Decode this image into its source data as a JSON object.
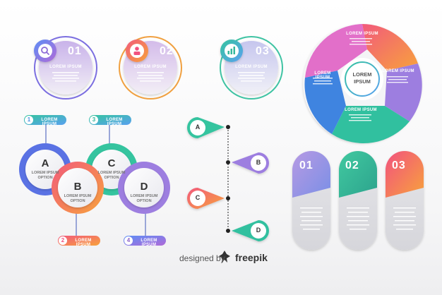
{
  "top_circles": [
    {
      "number": "01",
      "label": "LOREM IPSUM",
      "icon": "search-icon"
    },
    {
      "number": "02",
      "label": "LOREM IPSUM",
      "icon": "user-icon"
    },
    {
      "number": "03",
      "label": "LOREM IPSUM",
      "icon": "bar-chart-icon"
    }
  ],
  "cycle": {
    "center": "LOREM\nIPSUM",
    "segment_label": "LOREM IPSUM"
  },
  "option_circles": [
    {
      "letter": "A",
      "text": "LOREM IPSUM\nOPTION",
      "tag_num": "1",
      "tag_label": "LOREM IPSUM"
    },
    {
      "letter": "B",
      "text": "LOREM IPSUM\nOPTION",
      "tag_num": "2",
      "tag_label": "LOREM IPSUM"
    },
    {
      "letter": "C",
      "text": "LOREM IPSUM\nOPTION",
      "tag_num": "3",
      "tag_label": "LOREM IPSUM"
    },
    {
      "letter": "D",
      "text": "LOREM IPSUM\nOPTION",
      "tag_num": "4",
      "tag_label": "LOREM IPSUM"
    }
  ],
  "pins": [
    "A",
    "B",
    "C",
    "D"
  ],
  "pills": [
    "01",
    "02",
    "03"
  ],
  "credit": {
    "text": "designed by",
    "brand": "freepik"
  },
  "colors": {
    "purple": "#8e63c9",
    "teal": "#2cc7a8",
    "pink": "#f24d8a",
    "orange": "#f7a23c",
    "blue": "#4a90e2"
  }
}
